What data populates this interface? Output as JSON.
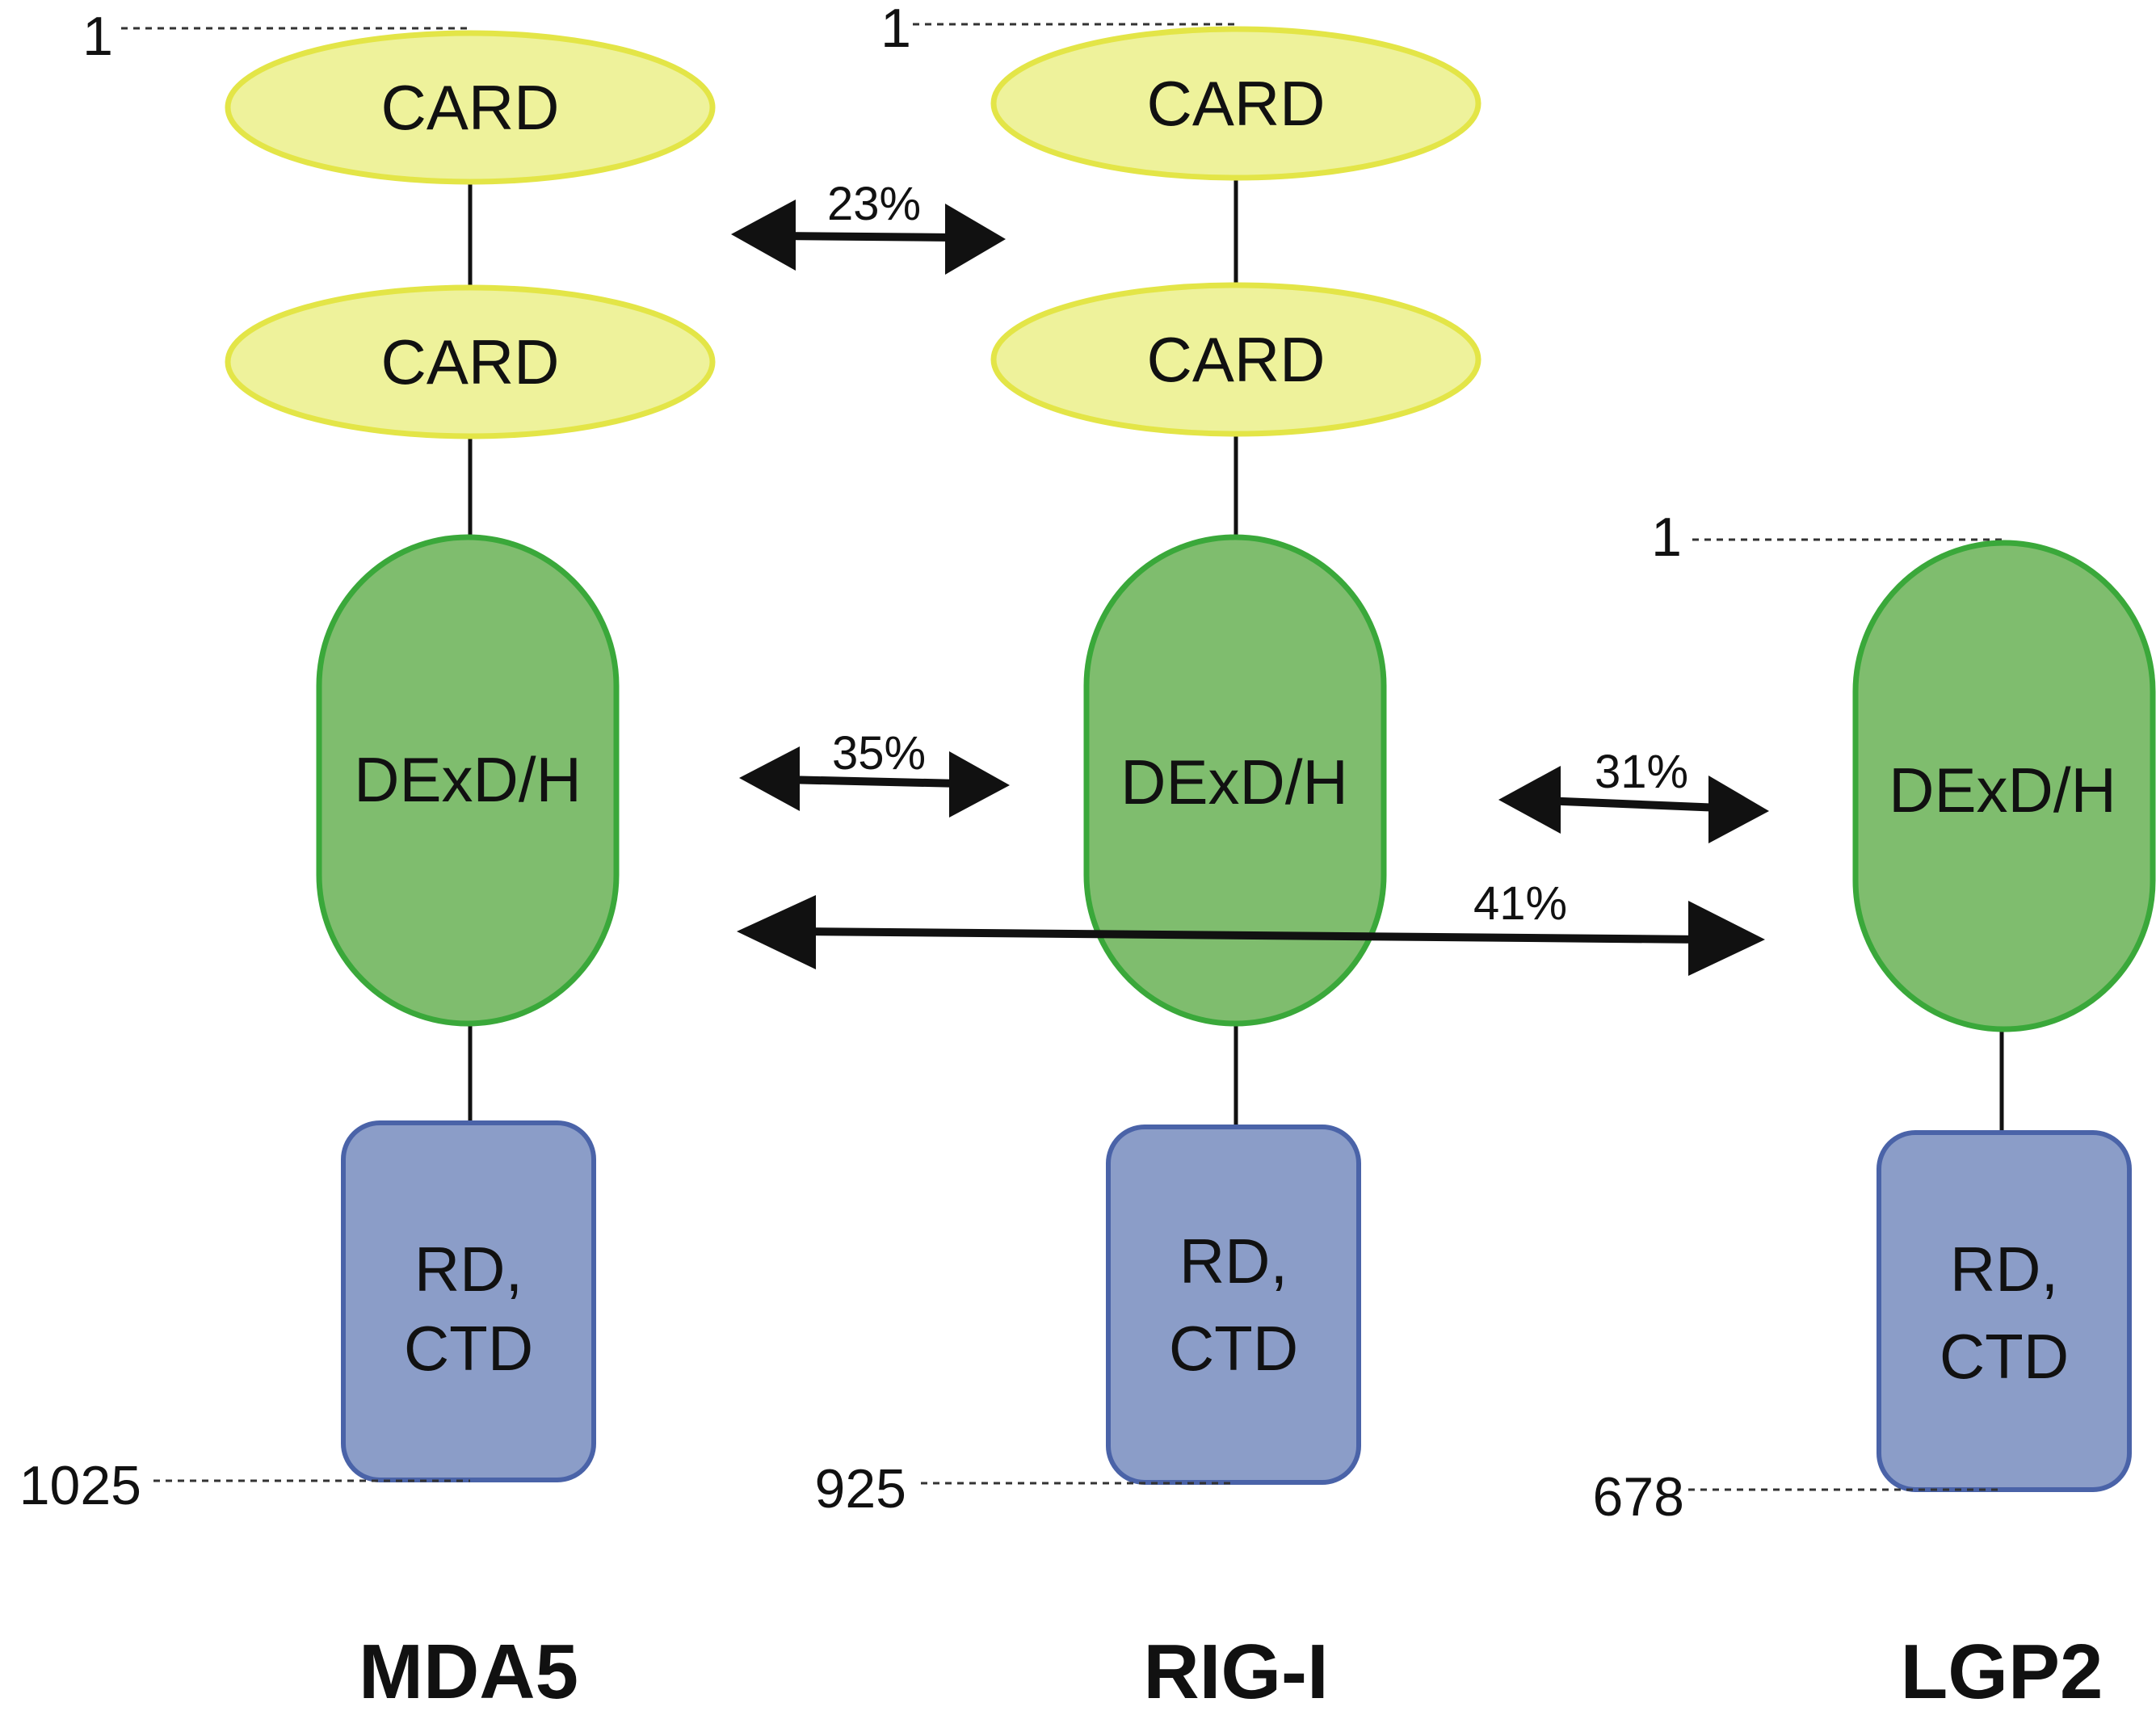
{
  "colors": {
    "card_fill": "#eef29b",
    "card_stroke": "#e3e547",
    "helicase_fill": "#7fbd6e",
    "helicase_stroke": "#3aa83a",
    "rd_fill": "#8b9dc8",
    "rd_stroke": "#4a63a8",
    "line": "#111111"
  },
  "proteins": [
    {
      "name": "MDA5",
      "start": "1",
      "end": "1025",
      "domains": {
        "card1": "CARD",
        "card2": "CARD",
        "helicase": "DExD/H",
        "rd_line1": "RD,",
        "rd_line2": "CTD"
      }
    },
    {
      "name": "RIG-I",
      "start": "1",
      "end": "925",
      "domains": {
        "card1": "CARD",
        "card2": "CARD",
        "helicase": "DExD/H",
        "rd_line1": "RD,",
        "rd_line2": "CTD"
      }
    },
    {
      "name": "LGP2",
      "start": "1",
      "end": "678",
      "domains": {
        "helicase": "DExD/H",
        "rd_line1": "RD,",
        "rd_line2": "CTD"
      }
    }
  ],
  "identities": {
    "card_mda5_rigi": "23%",
    "helicase_mda5_rigi": "35%",
    "helicase_rigi_lgp2": "31%",
    "helicase_mda5_lgp2": "41%"
  }
}
